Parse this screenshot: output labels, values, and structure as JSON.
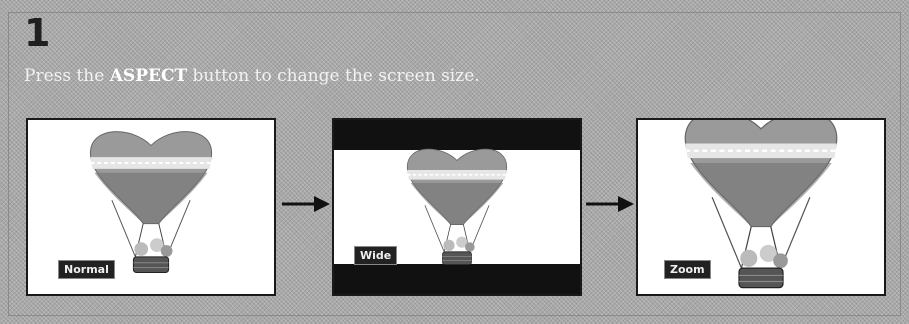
{
  "step": {
    "number": "1"
  },
  "instruction": {
    "before": "Press the ",
    "button": "ASPECT",
    "after": " button to change the screen size."
  },
  "panels": [
    {
      "id": "normal",
      "label": "Normal"
    },
    {
      "id": "wide",
      "label": "Wide"
    },
    {
      "id": "zoom",
      "label": "Zoom"
    }
  ],
  "colors": {
    "balloon": "#9a9a9a",
    "band": "#e8e8e8",
    "basket": "#555555",
    "background": "#a8a8a8"
  }
}
